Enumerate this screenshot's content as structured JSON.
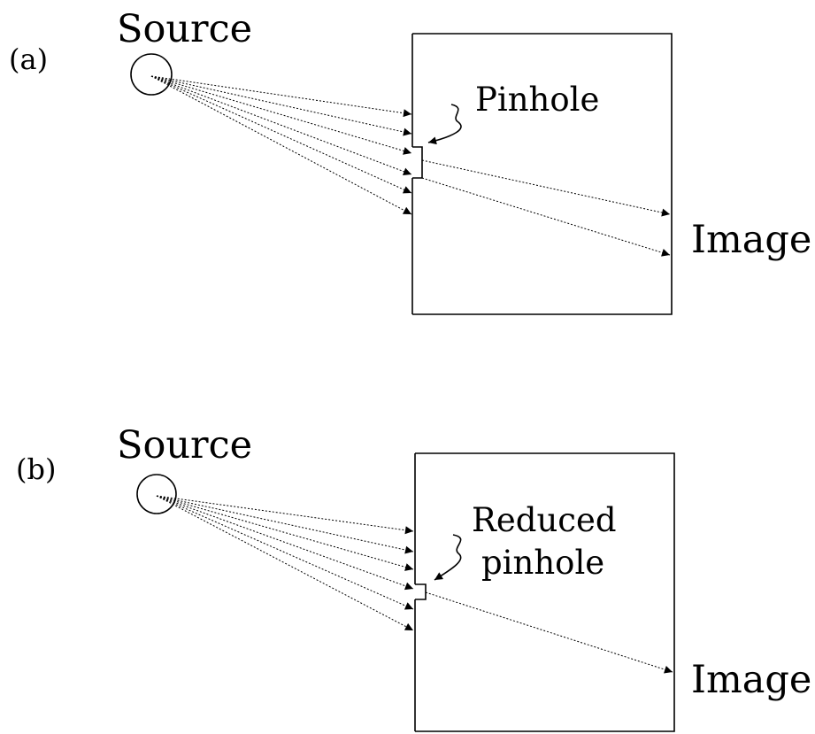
{
  "panels": [
    {
      "panel_label": "(a)",
      "source_label": "Source",
      "pinhole_label": [
        "Pinhole"
      ],
      "image_label": "Image"
    },
    {
      "panel_label": "(b)",
      "source_label": "Source",
      "pinhole_label": [
        "Reduced",
        "pinhole"
      ],
      "image_label": "Image"
    }
  ]
}
